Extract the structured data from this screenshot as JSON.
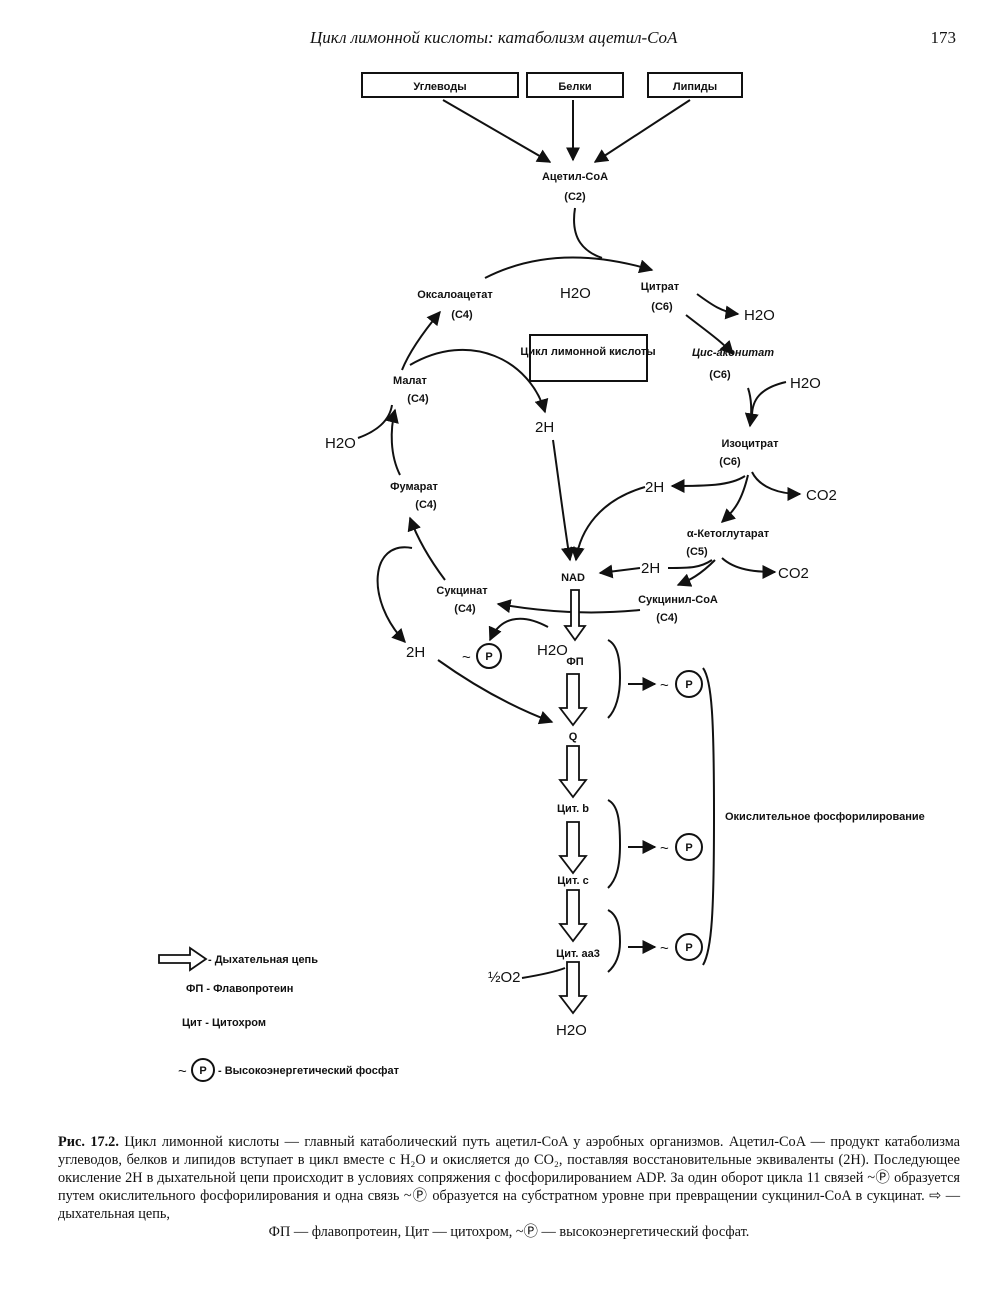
{
  "header": {
    "title": "Цикл лимонной кислоты: катаболизм ацетил-CoA",
    "page": "173"
  },
  "sources": {
    "carbs": "Углеводы",
    "proteins": "Белки",
    "lipids": "Липиды"
  },
  "nodes": {
    "acetyl": {
      "name": "Ацетил-CoA",
      "c": "(C2)"
    },
    "citrate": {
      "name": "Цитрат",
      "c": "(C6)"
    },
    "cisaconitate": {
      "name": "Цис-аконитат",
      "c": "(C6)"
    },
    "isocitrate": {
      "name": "Изоцитрат",
      "c": "(C6)"
    },
    "ketoglutarate": {
      "name": "α-Кетоглутарат",
      "c": "(C5)"
    },
    "succinylcoa": {
      "name": "Сукцинил-CoA",
      "c": "(C4)"
    },
    "succinate": {
      "name": "Сукцинат",
      "c": "(C4)"
    },
    "fumarate": {
      "name": "Фумарат",
      "c": "(C4)"
    },
    "malate": {
      "name": "Малат",
      "c": "(C4)"
    },
    "oxaloacetate": {
      "name": "Оксалоацетат",
      "c": "(C4)"
    }
  },
  "cycle_label": "Цикл лимонной кислоты",
  "labels": {
    "h2o": "H2O",
    "co2": "CO2",
    "twoh": "2H",
    "p": "P",
    "tilde": "~",
    "half_o2": "½O2"
  },
  "chain": {
    "nad": "NAD",
    "fp": "ФП",
    "q": "Q",
    "cytb": "Цит. b",
    "cytc": "Цит. c",
    "cytaa3": "Цит. aa3"
  },
  "oxphos": "Окислительное фосфорилирование",
  "legend": {
    "chain": "- Дыхательная цепь",
    "fp": "ФП - Флавопротеин",
    "cyt": "Цит - Цитохром",
    "p": "- Высокоэнергетический фосфат"
  },
  "caption": {
    "fig": "Рис. 17.2.",
    "text": "Цикл лимонной кислоты — главный катаболический путь ацетил-CoA у аэробных организмов. Ацетил-CoA — продукт катаболизма углеводов, белков и липидов вступает в цикл вместе с H₂O и окисляется до CO₂, поставляя восстановительные эквиваленты (2H). Последующее окисление 2H в дыхательной цепи происходит в условиях сопряжения с фосфорилированием ADP. За один оборот цикла 11 связей ~Ⓟ образуется путем окислительного фосфорилирования и одна связь ~Ⓟ образуется на субстратном уровне при превращении сукцинил-CoA в сукцинат. ⇨ — дыхательная цепь,",
    "last": "ФП — флавопротеин, Цит — цитохром, ~Ⓟ — высокоэнергетический фосфат."
  }
}
